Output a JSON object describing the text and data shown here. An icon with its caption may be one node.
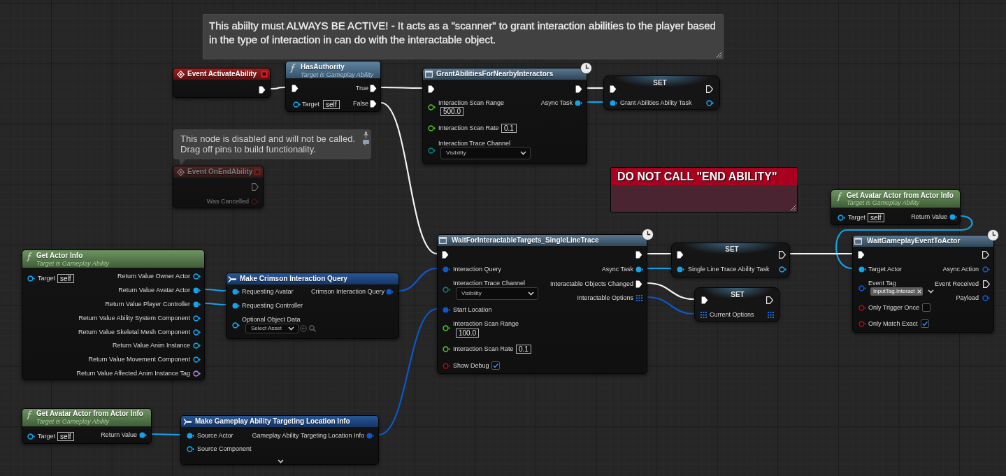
{
  "diagram": {
    "nodes": [
      {
        "text": [
          "This abiilty must ALWAYS BE ACTIVE! - It acts as a \"scanner\" to grant interaction abilities to the player based in the type of interaction in can do with the interactable object."
        ]
      },
      {
        "text": [
          "Event ActivateAbility"
        ]
      },
      {
        "text": [
          "HasAuthority",
          "Target is Gameplay Ability",
          "True",
          "Target",
          "self",
          "False"
        ]
      },
      {
        "text": [
          "GrantAbilitiesForNearbyInteractors",
          "Interaction Scan Range",
          "Async Task",
          "500.0",
          "Interaction Scan Rate",
          "0.1",
          "Interaction Trace Channel",
          "Visibility"
        ]
      },
      {
        "text": [
          "SET",
          "Grant Abilities Ability Task"
        ]
      },
      {
        "text": [
          "This node is disabled and will not be called. Drag off pins to build functionality."
        ]
      },
      {
        "text": [
          "Event OnEndAbility",
          "Was Cancelled"
        ]
      },
      {
        "text": [
          "DO NOT CALL \"END ABILITY\""
        ]
      },
      {
        "text": [
          "Get Avatar Actor from Actor Info",
          "Target is Gameplay Ability",
          "Target",
          "self",
          "Return Value"
        ]
      },
      {
        "text": [
          "Get Actor Info",
          "Target is Gameplay Ability",
          "Target",
          "self",
          "Return Value Owner Actor",
          "Return Value Avatar Actor",
          "Return Value Player Controller",
          "Return Value Ability System Component",
          "Return Value Skeletal Mesh Component",
          "Return Value Anim Instance",
          "Return Value Movement Component",
          "Return Value Affected Anim Instance Tag"
        ]
      },
      {
        "text": [
          "Make Crimson Interaction Query",
          "Requesting Avatar",
          "Crimson Interaction Query",
          "Requesting Controller",
          "Optional Object Data",
          "Select Asset"
        ]
      },
      {
        "text": [
          "WaitForInteractableTargets_SingleLineTrace",
          "Interaction Query",
          "Async Task",
          "Interaction Trace Channel",
          "Interactable Objects Changed",
          "Visibility",
          "Interactable Options",
          "Start Location",
          "Interaction Scan Range",
          "100.0",
          "Interaction Scan Rate",
          "0.1",
          "Show Debug"
        ]
      },
      {
        "text": [
          "SET",
          "Single Line Trace Ability Task"
        ]
      },
      {
        "text": [
          "SET",
          "Current Options"
        ]
      },
      {
        "text": [
          "WaitGameplayEventToActor",
          "Target Actor",
          "Async Action",
          "Event Tag",
          "Event Received",
          "InputTag.Interact",
          "Payload",
          "Only Trigger Once",
          "Only Match Exact"
        ]
      },
      {
        "text": [
          "Get Avatar Actor from Actor Info",
          "Target is Gameplay Ability",
          "Target",
          "self",
          "Return Value"
        ]
      },
      {
        "text": [
          "Make Gameplay Ability Targeting Location Info",
          "Source Actor",
          "Gameplay Ability Targeting Location Info",
          "Source Component"
        ]
      }
    ],
    "edges": [
      {
        "from": 1,
        "to": 2,
        "arrow": "none"
      },
      {
        "from": 2,
        "to": 3,
        "arrow": "none"
      },
      {
        "from": 2,
        "to": 11,
        "arrow": "none"
      },
      {
        "from": 3,
        "to": 4,
        "arrow": "none"
      },
      {
        "from": 3,
        "to": 4,
        "arrow": "none",
        "color": "#12a3ec"
      },
      {
        "from": 8,
        "to": 14,
        "arrow": "none",
        "color": "#12a3ec"
      },
      {
        "from": 9,
        "to": 10,
        "arrow": "none",
        "color": "#12a3ec"
      },
      {
        "from": 9,
        "to": 10,
        "arrow": "none",
        "color": "#12a3ec"
      },
      {
        "from": 10,
        "to": 11,
        "arrow": "none",
        "color": "#0b58cf"
      },
      {
        "from": 11,
        "to": 12,
        "arrow": "none"
      },
      {
        "from": 11,
        "to": 12,
        "arrow": "none",
        "color": "#12a3ec"
      },
      {
        "from": 11,
        "to": 13,
        "arrow": "none"
      },
      {
        "from": 11,
        "to": 13,
        "arrow": "none",
        "color": "#0b58cf"
      },
      {
        "from": 12,
        "to": 14,
        "arrow": "none"
      },
      {
        "from": 15,
        "to": 16,
        "arrow": "none",
        "color": "#12a3ec"
      },
      {
        "from": 16,
        "to": 11,
        "arrow": "none",
        "color": "#0b58cf"
      }
    ]
  }
}
